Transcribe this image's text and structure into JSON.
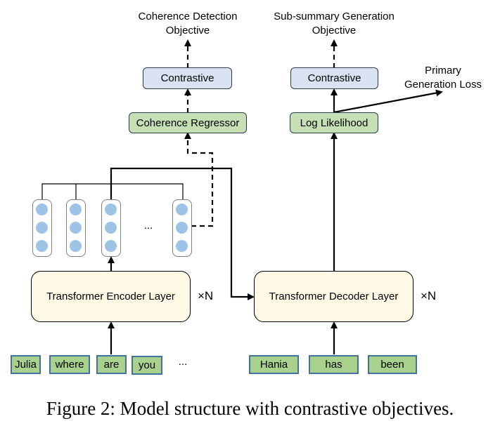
{
  "objectives": {
    "coherence": "Coherence Detection\nObjective",
    "subsummary": "Sub-summary Generation\nObjective",
    "primary": "Primary\nGeneration Loss"
  },
  "boxes": {
    "contrastive_left": "Contrastive",
    "contrastive_right": "Contrastive",
    "coherence_regressor": "Coherence Regressor",
    "log_likelihood": "Log Likelihood"
  },
  "layers": {
    "encoder": "Transformer Encoder Layer",
    "decoder": "Transformer Decoder Layer",
    "encoder_repeat": "×N",
    "decoder_repeat": "×N"
  },
  "vectors": {
    "ellipsis": "..."
  },
  "tokens": {
    "encoder": [
      "Julia",
      "where",
      "are",
      "you"
    ],
    "encoder_ellipsis": "...",
    "decoder": [
      "Hania",
      "has",
      "been"
    ]
  },
  "caption": "Figure 2: Model structure with contrastive objectives.",
  "colors": {
    "contrastive_fill": "#dae3f3",
    "green_fill": "#c5e0b4",
    "layer_fill": "#fff9e6",
    "token_fill": "#a9d18e",
    "token_border": "#41719c",
    "vector_dot": "#9dc3e6"
  }
}
